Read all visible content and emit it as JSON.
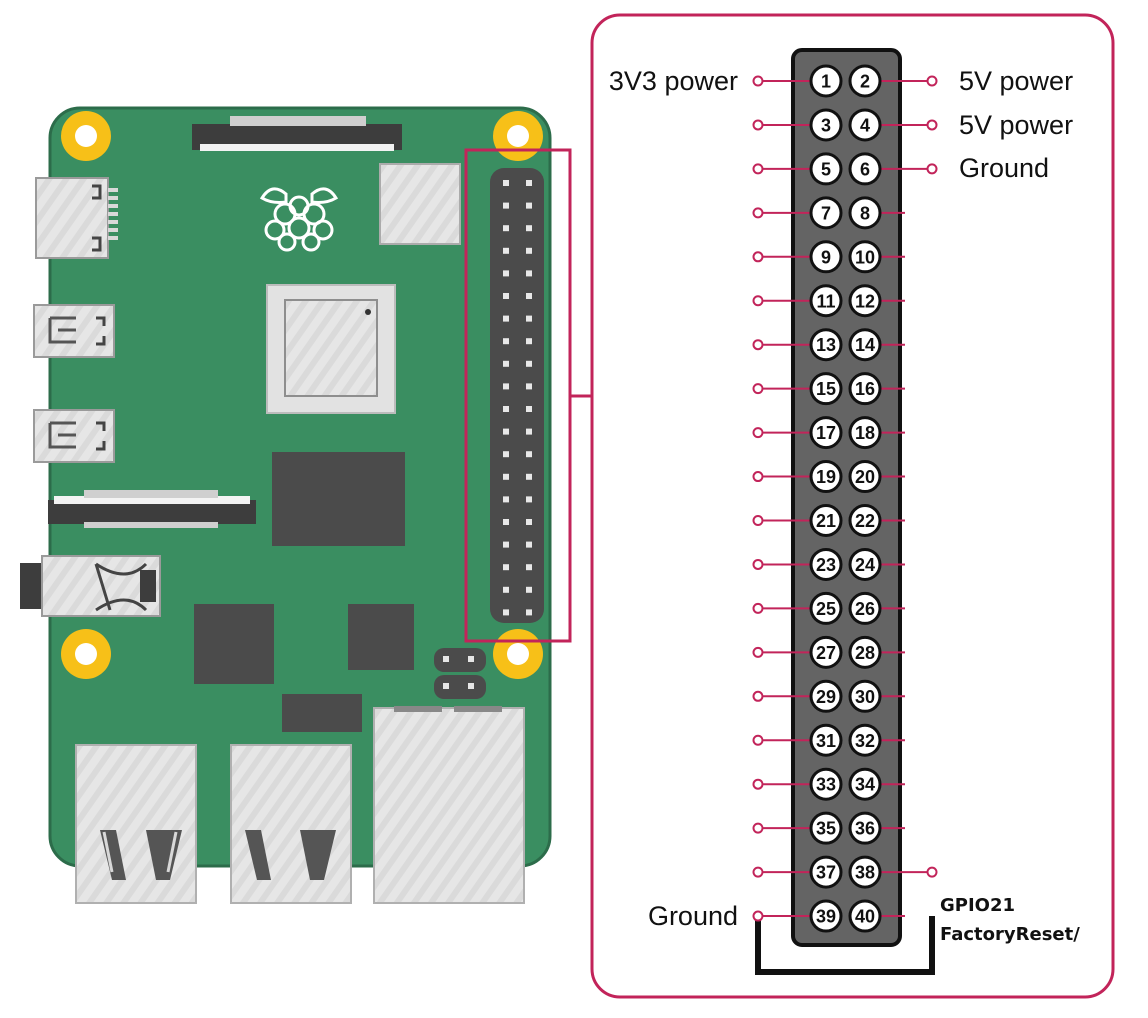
{
  "colors": {
    "board": "#3a8e61",
    "board_edge": "#2c6c4a",
    "mount_hole": "#f7c018",
    "callout": "#c2245a",
    "header_body": "#646464",
    "connector_metal": "#e3e3e3",
    "chip": "#4b4b4b"
  },
  "pins": [
    {
      "n": "1"
    },
    {
      "n": "2"
    },
    {
      "n": "3"
    },
    {
      "n": "4"
    },
    {
      "n": "5"
    },
    {
      "n": "6"
    },
    {
      "n": "7"
    },
    {
      "n": "8"
    },
    {
      "n": "9"
    },
    {
      "n": "10"
    },
    {
      "n": "11"
    },
    {
      "n": "12"
    },
    {
      "n": "13"
    },
    {
      "n": "14"
    },
    {
      "n": "15"
    },
    {
      "n": "16"
    },
    {
      "n": "17"
    },
    {
      "n": "18"
    },
    {
      "n": "19"
    },
    {
      "n": "20"
    },
    {
      "n": "21"
    },
    {
      "n": "22"
    },
    {
      "n": "23"
    },
    {
      "n": "24"
    },
    {
      "n": "25"
    },
    {
      "n": "26"
    },
    {
      "n": "27"
    },
    {
      "n": "28"
    },
    {
      "n": "29"
    },
    {
      "n": "30"
    },
    {
      "n": "31"
    },
    {
      "n": "32"
    },
    {
      "n": "33"
    },
    {
      "n": "34"
    },
    {
      "n": "35"
    },
    {
      "n": "36"
    },
    {
      "n": "37"
    },
    {
      "n": "38"
    },
    {
      "n": "39"
    },
    {
      "n": "40"
    }
  ],
  "labels": {
    "pin1": "3V3 power",
    "pin2": "5V power",
    "pin4": "5V power",
    "pin6": "Ground",
    "pin39": "Ground",
    "pin40_line1": "GPIO21",
    "pin40_line2": "FactoryReset/"
  },
  "icons": {
    "board": "raspberry-pi-board",
    "logo": "raspberry-pi-logo-icon"
  }
}
